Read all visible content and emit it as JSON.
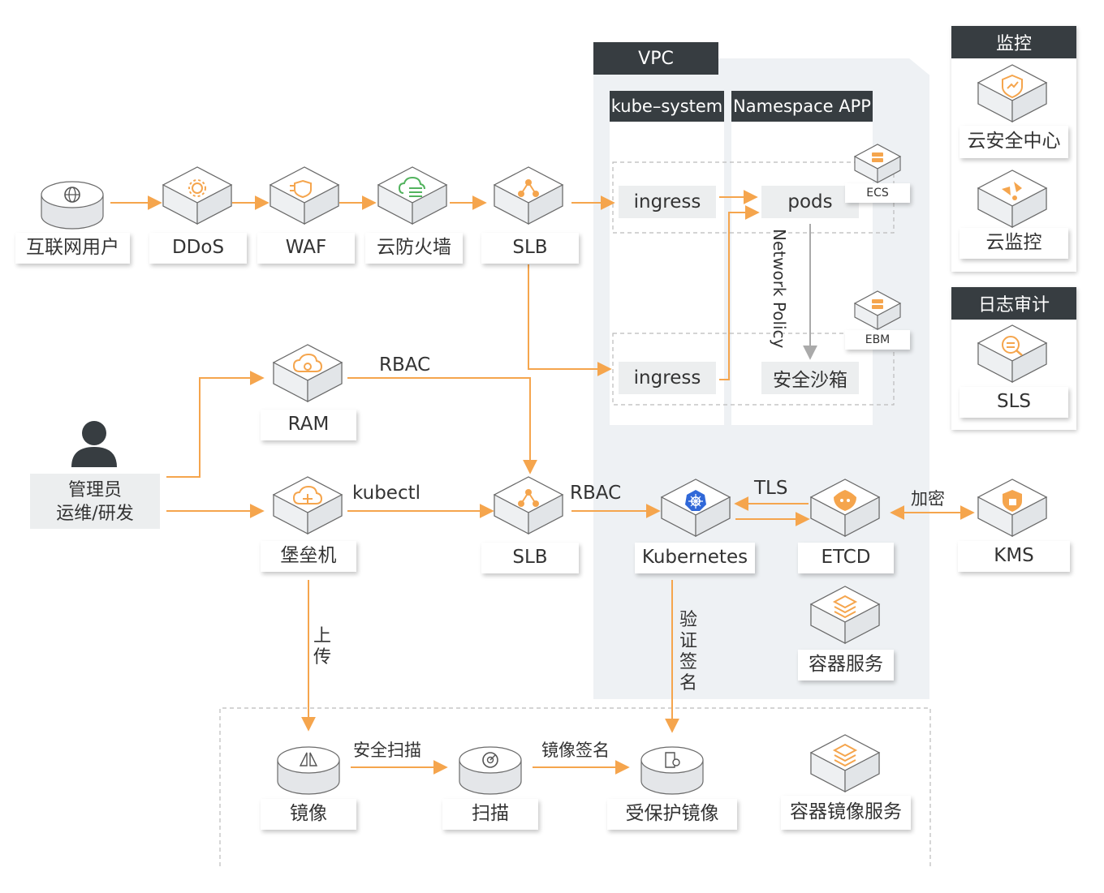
{
  "vpc": {
    "title": "VPC",
    "kube_system": "kube–system",
    "namespace_app": "Namespace APP",
    "ingress_top": "ingress",
    "ingress_bottom": "ingress",
    "pods": "pods",
    "sandbox": "安全沙箱",
    "network_policy": "Network Policy",
    "ecs": "ECS",
    "ebm": "EBM"
  },
  "flow": {
    "internet_user": "互联网用户",
    "ddos": "DDoS",
    "waf": "WAF",
    "cloud_firewall": "云防火墙",
    "slb_top": "SLB"
  },
  "admin": {
    "line1": "管理员",
    "line2": "运维/研发"
  },
  "mgmt": {
    "ram": "RAM",
    "bastion": "堡垒机",
    "slb_mid": "SLB",
    "kubernetes": "Kubernetes",
    "etcd": "ETCD",
    "kms": "KMS",
    "container_service": "容器服务"
  },
  "edges": {
    "rbac_top": "RBAC",
    "kubectl": "kubectl",
    "rbac_mid": "RBAC",
    "tls": "TLS",
    "encrypt": "加密",
    "upload": "上传",
    "verify_sign": "验证签名",
    "security_scan": "安全扫描",
    "image_sign": "镜像签名"
  },
  "registry": {
    "image": "镜像",
    "scan": "扫描",
    "protected_image": "受保护镜像",
    "registry_service": "容器镜像服务"
  },
  "monitor": {
    "title": "监控",
    "security_center": "云安全中心",
    "cloud_monitor": "云监控"
  },
  "audit": {
    "title": "日志审计",
    "sls": "SLS"
  },
  "colors": {
    "accent": "#f5a54d",
    "header": "#373d41",
    "vpc_bg": "#eef1f4",
    "green": "#52b35e",
    "blue": "#3068d8",
    "grey": "#888888"
  }
}
